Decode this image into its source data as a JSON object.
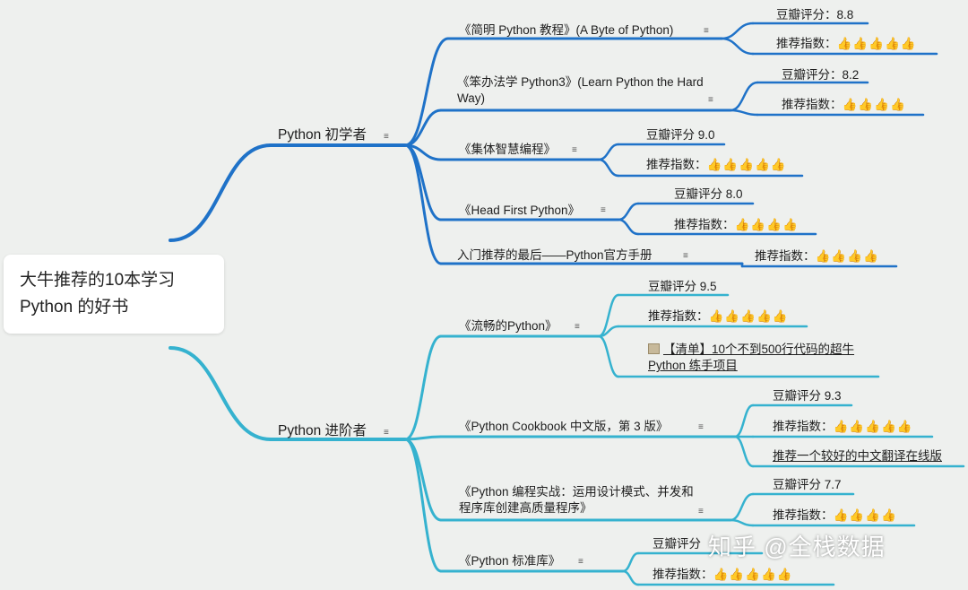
{
  "root": {
    "title": "大牛推荐的10本学习 Python 的好书"
  },
  "colors": {
    "beginner": "#1f72c8",
    "advanced": "#35b2cf"
  },
  "note_glyph": "≡",
  "star_glyph": "👍",
  "checklist_icon": "checklist-icon",
  "watermark": "知乎 @全栈数据",
  "branches": [
    {
      "label": "Python 初学者",
      "books": [
        {
          "title": "《简明 Python 教程》(A Byte of Python)",
          "details": [
            {
              "text": "豆瓣评分：8.8"
            },
            {
              "text": "推荐指数：",
              "stars": 5
            }
          ]
        },
        {
          "title": "《笨办法学 Python3》(Learn Python the Hard Way)",
          "details": [
            {
              "text": "豆瓣评分：8.2"
            },
            {
              "text": "推荐指数：",
              "stars": 4
            }
          ]
        },
        {
          "title": "《集体智慧编程》",
          "details": [
            {
              "text": "豆瓣评分 9.0"
            },
            {
              "text": "推荐指数：",
              "stars": 5
            }
          ]
        },
        {
          "title": "《Head First Python》",
          "details": [
            {
              "text": "豆瓣评分 8.0"
            },
            {
              "text": "推荐指数：",
              "stars": 4
            }
          ]
        },
        {
          "title": "入门推荐的最后——Python官方手册",
          "details": [
            {
              "text": "推荐指数：",
              "stars": 4
            }
          ]
        }
      ]
    },
    {
      "label": "Python 进阶者",
      "books": [
        {
          "title": "《流畅的Python》",
          "details": [
            {
              "text": "豆瓣评分 9.5"
            },
            {
              "text": "推荐指数：",
              "stars": 5
            },
            {
              "text": "【清单】10个不到500行代码的超牛Python 练手项目",
              "link": true
            }
          ]
        },
        {
          "title": "《Python Cookbook 中文版，第 3 版》",
          "details": [
            {
              "text": "豆瓣评分 9.3"
            },
            {
              "text": "推荐指数：",
              "stars": 5
            },
            {
              "text": "推荐一个较好的中文翻译在线版",
              "link": true
            }
          ]
        },
        {
          "title": "《Python 编程实战：运用设计模式、并发和程序库创建高质量程序》",
          "details": [
            {
              "text": "豆瓣评分 7.7"
            },
            {
              "text": "推荐指数：",
              "stars": 4
            }
          ]
        },
        {
          "title": "《Python 标准库》",
          "details": [
            {
              "text": "豆瓣评分"
            },
            {
              "text": "推荐指数：",
              "stars": 5
            }
          ]
        }
      ]
    }
  ]
}
